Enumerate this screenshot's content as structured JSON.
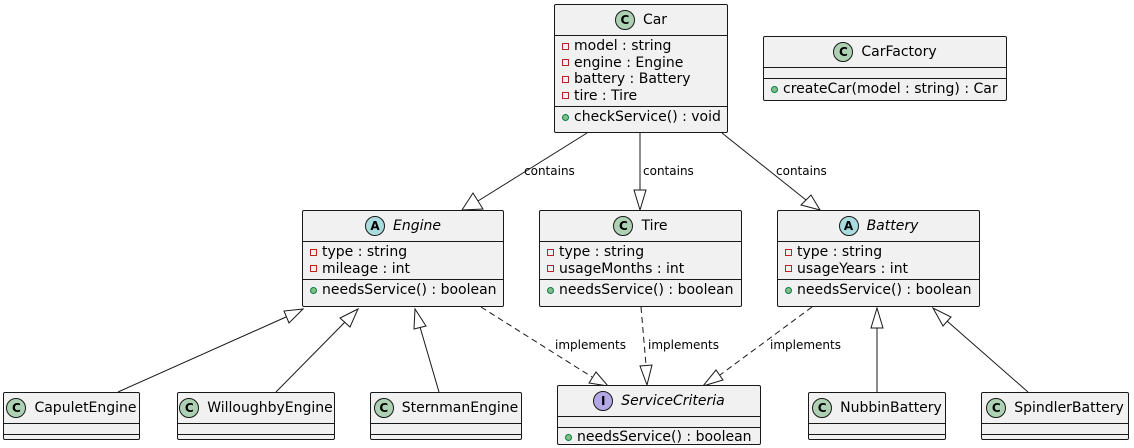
{
  "classes": {
    "car": {
      "name": "Car",
      "stereotype": "C",
      "fields": [
        "model : string",
        "engine : Engine",
        "battery : Battery",
        "tire : Tire"
      ],
      "methods": [
        "checkService() : void"
      ]
    },
    "carfactory": {
      "name": "CarFactory",
      "stereotype": "C",
      "fields": [],
      "methods": [
        "createCar(model : string) : Car"
      ]
    },
    "engine": {
      "name": "Engine",
      "stereotype": "A",
      "fields": [
        "type : string",
        "mileage : int"
      ],
      "methods": [
        "needsService() : boolean"
      ]
    },
    "tire": {
      "name": "Tire",
      "stereotype": "C",
      "fields": [
        "type : string",
        "usageMonths : int"
      ],
      "methods": [
        "needsService() : boolean"
      ]
    },
    "battery": {
      "name": "Battery",
      "stereotype": "A",
      "fields": [
        "type : string",
        "usageYears : int"
      ],
      "methods": [
        "needsService() : boolean"
      ]
    },
    "capulet": {
      "name": "CapuletEngine",
      "stereotype": "C"
    },
    "willoughby": {
      "name": "WilloughbyEngine",
      "stereotype": "C"
    },
    "sternman": {
      "name": "SternmanEngine",
      "stereotype": "C"
    },
    "servicecriteria": {
      "name": "ServiceCriteria",
      "stereotype": "I",
      "methods": [
        "needsService() : boolean"
      ]
    },
    "nubbin": {
      "name": "NubbinBattery",
      "stereotype": "C"
    },
    "spindler": {
      "name": "SpindlerBattery",
      "stereotype": "C"
    }
  },
  "edge_labels": {
    "car_engine": "contains",
    "car_tire": "contains",
    "car_battery": "contains",
    "engine_sc": "implements",
    "tire_sc": "implements",
    "battery_sc": "implements"
  },
  "colors": {
    "class_badge": "#add1b2",
    "abstract_badge": "#a9dcdf",
    "interface_badge": "#b4a7e5",
    "box_fill": "#f1f1f1",
    "border": "#181818"
  }
}
